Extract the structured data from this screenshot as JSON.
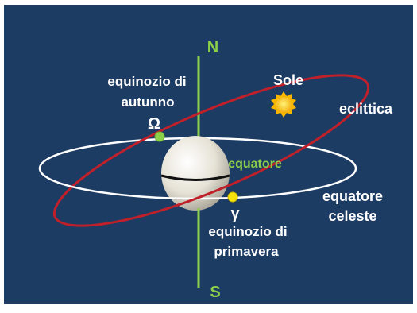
{
  "labels": {
    "north": "N",
    "south": "S",
    "sun": "Sole",
    "ecliptic": "eclittica",
    "autumn_equinox": [
      "equinozio di",
      "autunno"
    ],
    "omega_symbol": "Ω",
    "earth_equator": "equatore",
    "celestial_equator": [
      "equatore",
      "celeste"
    ],
    "gamma_symbol": "γ",
    "spring_equinox": [
      "equinozio di",
      "primavera"
    ]
  },
  "colors": {
    "background": "#1d3c63",
    "axis": "#8ccf4a",
    "label_green": "#8ccf4a",
    "label_white": "#ffffff",
    "ecliptic": "#c0202a",
    "celestial_equator": "#ffffff",
    "sun": "#f7c514",
    "autumn_point": "#8ccf4a",
    "spring_point": "#f5e30a",
    "earth": "#e8e4d8"
  }
}
